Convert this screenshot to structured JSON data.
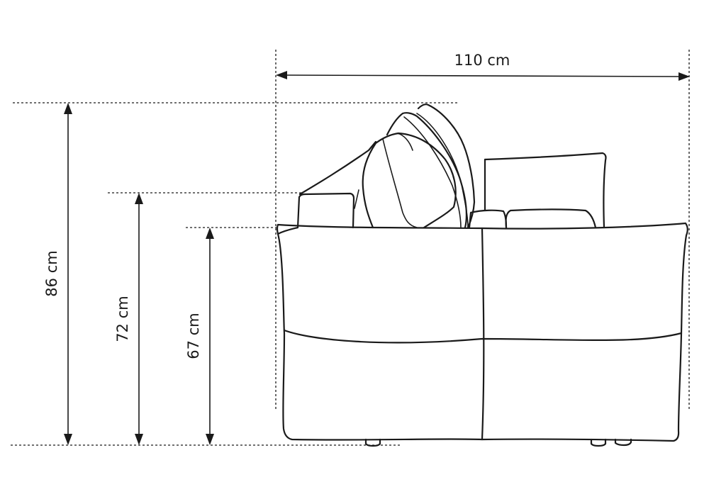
{
  "dimensions": {
    "width_label": "110 cm",
    "height_total_label": "86 cm",
    "height_arm_label": "72 cm",
    "height_seat_label": "67 cm"
  },
  "colors": {
    "line": "#1a1a1a",
    "background": "#ffffff"
  }
}
